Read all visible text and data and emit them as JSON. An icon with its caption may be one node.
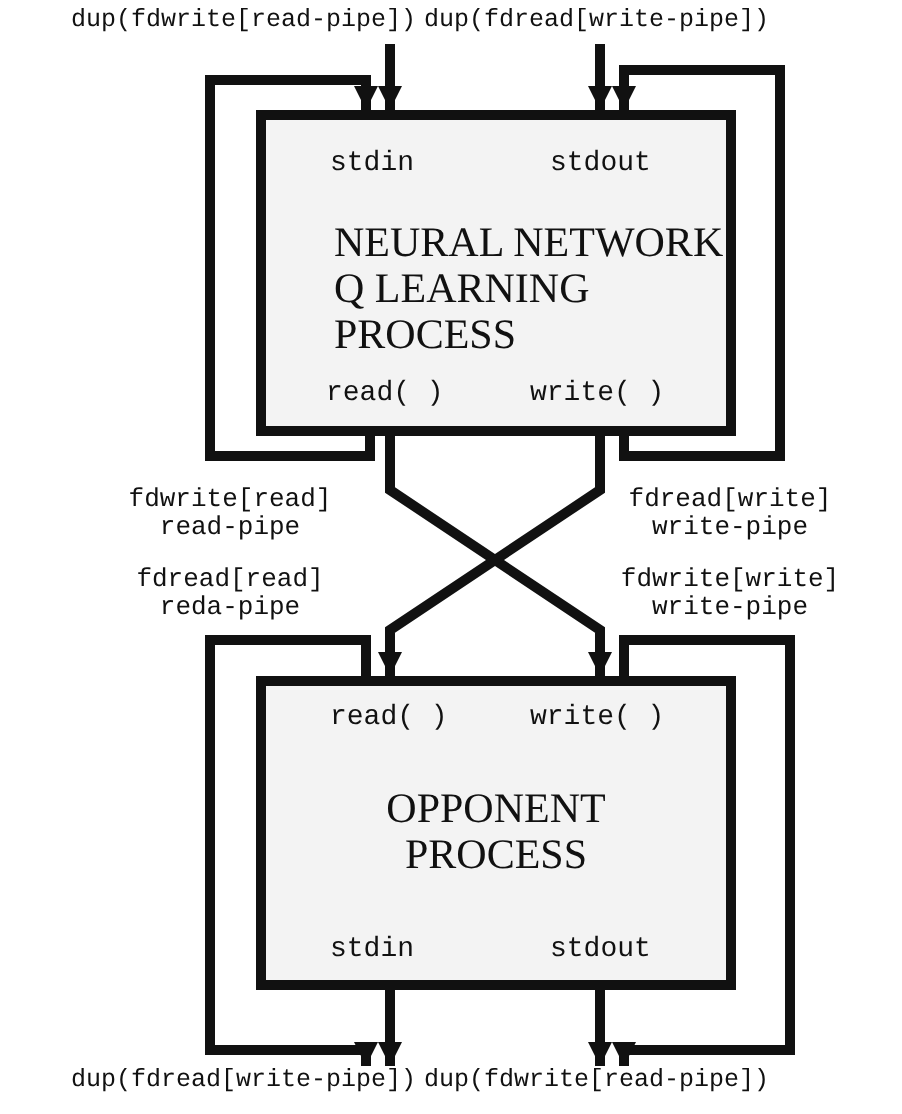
{
  "diagram": {
    "nodes": [
      {
        "text": [
          "stdin",
          "stdout",
          "NEURAL NETWORK Q LEARNING PROCESS",
          "read( )",
          "write( )"
        ]
      },
      {
        "text": [
          "read( )",
          "write( )",
          "OPPONENT PROCESS",
          "stdin",
          "stdout"
        ]
      },
      {
        "text": [
          "dup(fdwrite[read-pipe])"
        ]
      },
      {
        "text": [
          "dup(fdread[write-pipe])"
        ]
      },
      {
        "text": [
          "dup(fdread[write-pipe])"
        ]
      },
      {
        "text": [
          "dup(fdwrite[read-pipe])"
        ]
      }
    ],
    "edges": [
      {
        "from": 2,
        "to": 0,
        "arrow": "to"
      },
      {
        "from": 3,
        "to": 0,
        "arrow": "to"
      },
      {
        "from": 0,
        "to": 0,
        "arrow": "to"
      },
      {
        "from": 0,
        "to": 0,
        "arrow": "to"
      },
      {
        "from": 0,
        "to": 1,
        "arrow": "to"
      },
      {
        "from": 0,
        "to": 1,
        "arrow": "to"
      },
      {
        "from": 1,
        "to": 4,
        "arrow": "to"
      },
      {
        "from": 1,
        "to": 5,
        "arrow": "to"
      },
      {
        "from": 1,
        "to": 4,
        "arrow": "to"
      },
      {
        "from": 1,
        "to": 5,
        "arrow": "to"
      }
    ],
    "labels": [
      "fdwrite[read] read-pipe",
      "fdread[write] write-pipe",
      "fdread[read] reda-pipe",
      "fdwrite[write] write-pipe"
    ]
  }
}
